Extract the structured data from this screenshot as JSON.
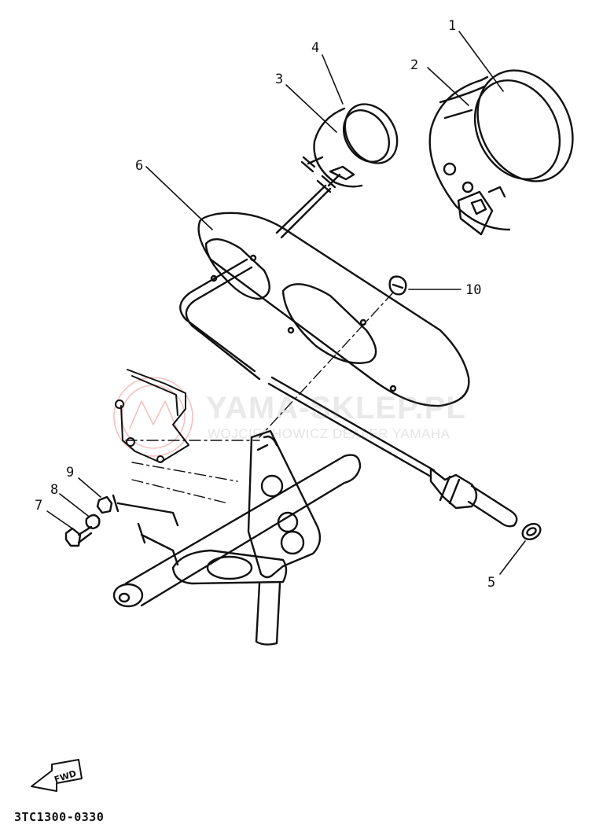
{
  "parts": [
    {
      "number": "1"
    },
    {
      "number": "2"
    },
    {
      "number": "3"
    },
    {
      "number": "4"
    },
    {
      "number": "5"
    },
    {
      "number": "6"
    },
    {
      "number": "7"
    },
    {
      "number": "8"
    },
    {
      "number": "9"
    },
    {
      "number": "10"
    }
  ],
  "watermark": {
    "brand": "YAMA-SKLEP.PL",
    "subtitle": "WOJCIECHOWICZ DEALER YAMAHA",
    "logo_color": "#e05050"
  },
  "direction_badge": "FWD",
  "diagram_code": "3TC1300-0330"
}
